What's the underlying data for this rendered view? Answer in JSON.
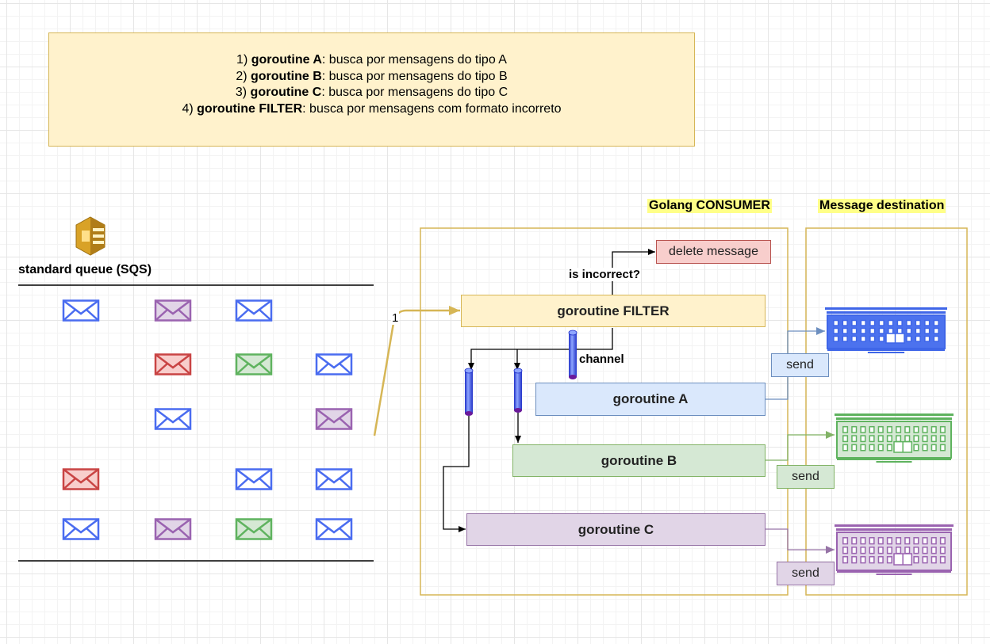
{
  "note": {
    "lines": [
      {
        "num": "1)",
        "name": "goroutine A",
        "desc": ": busca por mensagens do tipo A"
      },
      {
        "num": "2)",
        "name": "goroutine B",
        "desc": ": busca por mensagens do tipo B"
      },
      {
        "num": "3)",
        "name": "goroutine C",
        "desc": ": busca por mensagens do tipo C"
      },
      {
        "num": "4)",
        "name": "goroutine FILTER",
        "desc": ": busca por mensagens com formato incorreto"
      }
    ]
  },
  "queue": {
    "label": "standard queue (SQS)",
    "icon": "sqs-icon",
    "message_rows": [
      [
        "blue",
        "purple",
        "blue",
        null
      ],
      [
        null,
        "red",
        "green",
        "blue"
      ],
      [
        null,
        "blue",
        null,
        "purple"
      ],
      [
        "red",
        null,
        "blue",
        "blue"
      ],
      [
        "blue",
        "purple",
        "green",
        "blue"
      ]
    ]
  },
  "headers": {
    "consumer": "Golang CONSUMER",
    "destination": "Message destination"
  },
  "edge_label_1": "1",
  "filter": {
    "label": "goroutine FILTER",
    "question": "is incorrect?",
    "delete_label": "delete message",
    "channel_label": "channel"
  },
  "goroutines": {
    "a": "goroutine A",
    "b": "goroutine B",
    "c": "goroutine C"
  },
  "send": {
    "a": "send",
    "b": "send",
    "c": "send"
  },
  "colors": {
    "blue": "#4a6cf0",
    "purple": "#9a63b0",
    "red": "#c94444",
    "green": "#5fb35f",
    "yellow_border": "#d6b656",
    "yellow_fill": "#fff2cc",
    "blue_fill": "#dae8fc",
    "blue_border": "#6c8ebf",
    "green_fill": "#d5e8d4",
    "green_border": "#82b366",
    "purple_fill": "#e1d5e7",
    "purple_border": "#9673a6",
    "red_fill": "#f8cecc",
    "red_border": "#b85450"
  }
}
